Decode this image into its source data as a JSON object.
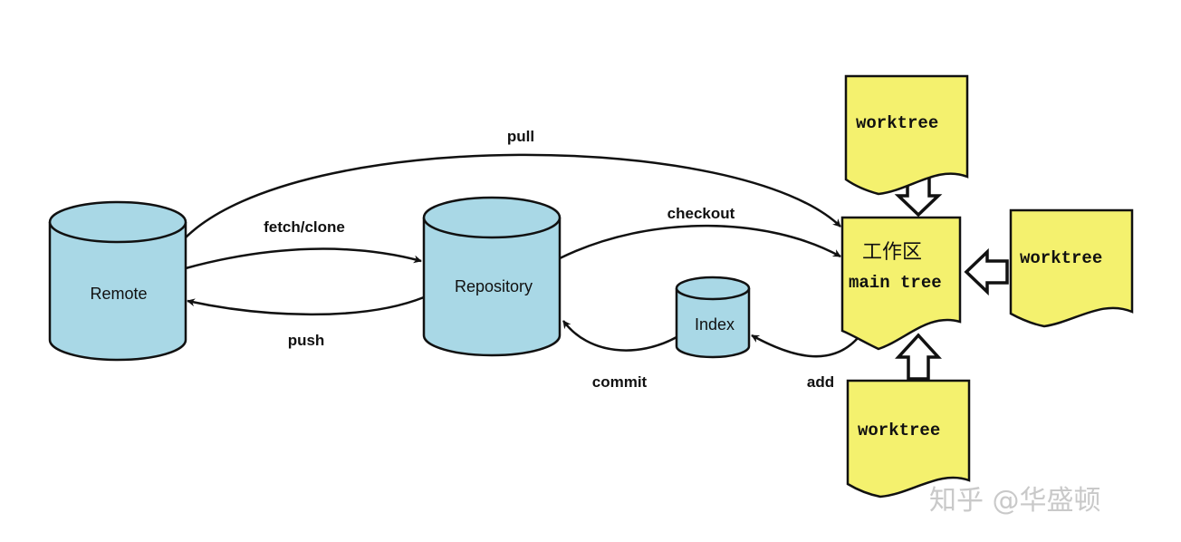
{
  "nodes": {
    "remote": "Remote",
    "repository": "Repository",
    "index": "Index",
    "workarea_title": "工作区",
    "workarea_subtitle": "main tree",
    "worktree_top": "worktree",
    "worktree_right": "worktree",
    "worktree_bottom": "worktree"
  },
  "edges": {
    "pull": "pull",
    "fetch_clone": "fetch/clone",
    "push": "push",
    "checkout": "checkout",
    "commit": "commit",
    "add": "add"
  },
  "watermark": "知乎 @华盛顿",
  "colors": {
    "cylinder_fill": "#a9d8e6",
    "document_fill": "#f4f16e",
    "stroke": "#111111"
  }
}
